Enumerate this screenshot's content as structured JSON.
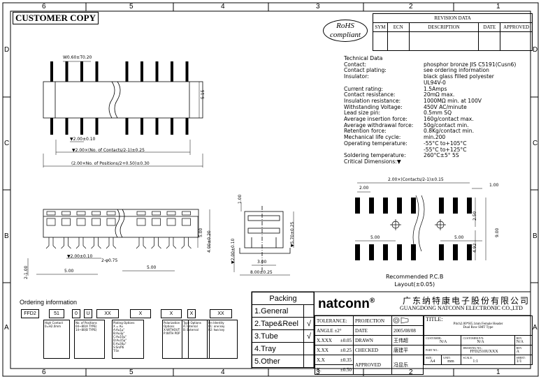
{
  "frame": {
    "columns": [
      "6",
      "5",
      "4",
      "3",
      "2",
      "1"
    ],
    "rows": [
      "D",
      "C",
      "B",
      "A"
    ]
  },
  "header": {
    "customer_copy": "CUSTOMER COPY",
    "rohs_line1": "RoHS",
    "rohs_line2": "compliant"
  },
  "revision": {
    "title": "REVISION DATA",
    "cols": [
      "SYM",
      "ECN",
      "DESCRIPTION",
      "DATE",
      "APPROVED"
    ]
  },
  "tech": {
    "title": "Technical Data",
    "rows": [
      {
        "k": "Contact:",
        "v": "phosphor bronze JIS C5191(Cusn6)"
      },
      {
        "k": "Contact plating:",
        "v": "see ordering information"
      },
      {
        "k": "Insulator:",
        "v": "black glass filled polyester"
      },
      {
        "k": "",
        "v": "UL94V-0"
      },
      {
        "k": "Current rating:",
        "v": "1.5Amps"
      },
      {
        "k": "Contact resistance:",
        "v": "20mΩ max."
      },
      {
        "k": "Insulation resistance:",
        "v": "1000MΩ min. at 100V"
      },
      {
        "k": "Withstanding Voltage:",
        "v": "450V AC/minute"
      },
      {
        "k": "Lead size pin:",
        "v": "0.5mm SQ"
      },
      {
        "k": "Average insertion force:",
        "v": "160g/contact max."
      },
      {
        "k": "Average withdrawal force:",
        "v": "50g/contact min."
      },
      {
        "k": "Retention force:",
        "v": "0.8Kg/contact min."
      },
      {
        "k": "Mechanical life cycle:",
        "v": "min.200"
      },
      {
        "k": "Operating temperature:",
        "v": "-55°C to+105°C"
      },
      {
        "k": "",
        "v": "-55°C to+125°C"
      },
      {
        "k": "Soldering temperature:",
        "v": "260°C±5° 5S"
      },
      {
        "k": "Critical Dimensions:▼",
        "v": ""
      }
    ]
  },
  "dims": {
    "w_pin": "W0.60±T0.20",
    "h515": "5.15",
    "p200": "▼2.00±0.10",
    "contacts": "▼2.00×(No. of Contacts/2-1)±0.25",
    "positions": "(2.00×No. of Positions/2+0.50)±0.30",
    "h100": "1.00",
    "h400": "4.00±0.20",
    "h500": "5.00",
    "h200t": "▼2.00±0.10",
    "p2075": "2-φ0.75",
    "w500a": "5.00",
    "w500b": "5.00",
    "h2100": "2-1.00",
    "h570": "▼5.70±0.25",
    "h200s": "▼2.00±0.10",
    "w300": "3.00",
    "w800": "8.00±0.25",
    "pcb_top": "2.00×(Contacts/2-1)±0.15",
    "pcb_200": "2.00",
    "pcb_100": "1.00",
    "pcb_250": "2.50",
    "pcb_900": "9.00",
    "pcb_492": "4.92",
    "pcb_500a": "5.00",
    "pcb_500b": "5.00"
  },
  "pcb_caption": {
    "line1": "Recommended P.C.B",
    "line2": "Layout(±0.05)"
  },
  "ordering": {
    "title": "Ordering information",
    "boxes": [
      "FFD2",
      "51",
      "0",
      "U",
      "XX",
      "X",
      "X",
      "X",
      "XX"
    ],
    "descs": [
      "High Contact\n0=H2.0mm",
      "No. of Positions\n04~80(A TYPE)\n14~80(B TYPE)",
      "Plating Options\nX = Au\nA:Au1μ\"\nB:Au3μ\"\nC:Au10μ\"\nD:Au15μ\"\nE:Au30μ\"\nS:Sn/Pb\nT:Sn",
      "Polarization\nOptions\nX:WITHOUT\nP:WITH POP",
      "Type Options\nA: Internal\nB: External",
      "Pin Identity\n01: one key\n02: two key"
    ]
  },
  "packing": {
    "title": "Packing",
    "rows": [
      {
        "label": "1.General",
        "mark": ""
      },
      {
        "label": "2.Tape&Reel",
        "mark": "√"
      },
      {
        "label": "3.Tube",
        "mark": "√"
      },
      {
        "label": "4.Tray",
        "mark": ""
      },
      {
        "label": "5.Other",
        "mark": ""
      }
    ]
  },
  "company": {
    "logo": "natconn",
    "reg": "®",
    "cn": "广东纳特康电子股份有限公司",
    "en": "GUANGDONG NATCONN ELECTRONIC CO.,LTD"
  },
  "titleblock": {
    "tolerance": "TOLERANCE:",
    "angle": "ANGLE ±2°",
    "xxxx": "X.XXX",
    "xxxx_v": "±0.05",
    "xxx": "X.XX",
    "xxx_v": "±0.25",
    "xx": "X.X",
    "xx_v": "±0.35",
    "x": "X.",
    "x_v": "±0.50",
    "projection": "PROJECTION",
    "date_label": "DATE",
    "date_value": "2005/08/08",
    "drawn": "DRAWN",
    "drawn_v": "王伟超",
    "checked": "CHECKED",
    "checked_v": "唐建平",
    "approved": "APPROVED",
    "approved_v": "冯显乐",
    "title_label": "TITLE:",
    "title_line1": "Pitch2.00*H5.1mm Female Header",
    "title_line2": "Dual Row SMT Type",
    "customer": "CUSTOMER:",
    "customer_v": "N/A",
    "customer_pn": "CUSTOMER P/N:",
    "customer_pn_v": "N/A",
    "rev": "REV.",
    "rev_v": "N/A",
    "part_no": "PART NO.:",
    "drawing_no": "DRAWING NO.:",
    "drawing_no_v": "FFD2510UXXX",
    "rev2": "REV.",
    "rev2_v": "A",
    "size": "SIZE:",
    "size_v": "A4",
    "unit": "UNIT:",
    "unit_v": "mm",
    "scale": "SCALE:",
    "scale_v": "1:1",
    "sheet": "SHEET:",
    "sheet_v": "1/1"
  }
}
